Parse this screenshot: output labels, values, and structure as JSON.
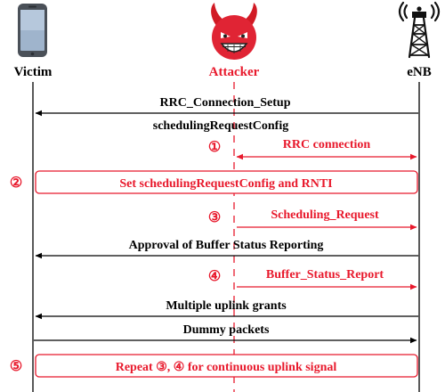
{
  "actors": {
    "victim": "Victim",
    "attacker": "Attacker",
    "enb": "eNB"
  },
  "messages": {
    "m1_line1": "RRC_Connection_Setup",
    "m1_line2": "schedulingRequestConfig",
    "m2": "RRC connection",
    "m3": "Scheduling_Request",
    "m4": "Approval of Buffer Status Reporting",
    "m5": "Buffer_Status_Report",
    "m6": "Multiple uplink grants",
    "m7": "Dummy packets"
  },
  "steps": {
    "s1": "①",
    "s2": "②",
    "s3": "③",
    "s4": "④",
    "s5": "⑤"
  },
  "boxes": {
    "box2": "Set schedulingRequestConfig and RNTI",
    "box5": "Repeat ③, ④ for continuous uplink signal"
  },
  "colors": {
    "attacker_red": "#e8192c",
    "black": "#000000"
  }
}
